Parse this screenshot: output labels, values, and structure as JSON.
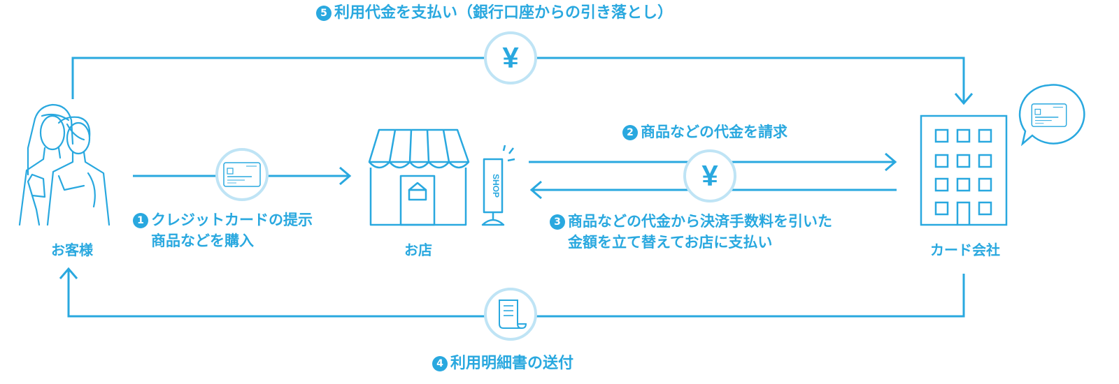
{
  "actors": {
    "customer": "お客様",
    "shop": "お店",
    "card_company": "カード会社"
  },
  "shop_sign": "SHOP",
  "currency_symbol": "¥",
  "steps": [
    {
      "num": "1",
      "lines": [
        "クレジットカードの提示",
        "商品などを購入"
      ]
    },
    {
      "num": "2",
      "lines": [
        "商品などの代金を請求"
      ]
    },
    {
      "num": "3",
      "lines": [
        "商品などの代金から決済手数料を引いた",
        "金額を立て替えてお店に支払い"
      ]
    },
    {
      "num": "4",
      "lines": [
        "利用明細書の送付"
      ]
    },
    {
      "num": "5",
      "lines": [
        "利用代金を支払い（銀行口座からの引き落とし）"
      ]
    }
  ],
  "colors": {
    "accent": "#29a8df",
    "accent_light": "#bfe4f5"
  },
  "icons": [
    "customers-icon",
    "credit-card-icon",
    "shop-icon",
    "yen-icon",
    "building-icon",
    "receipt-icon",
    "speech-bubble-card-icon"
  ]
}
